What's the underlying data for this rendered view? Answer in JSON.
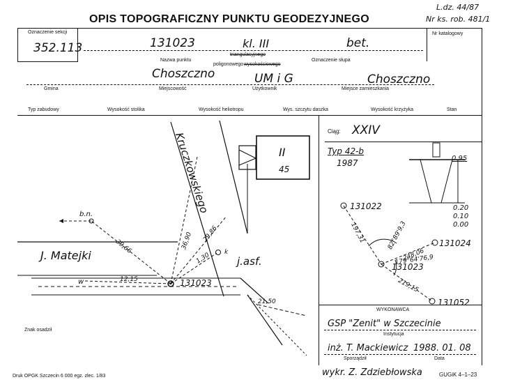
{
  "header": {
    "title": "OPIS TOPOGRAFICZNY PUNKTU GEODEZYJNEGO",
    "ldz": "L.dz. 44/87",
    "nr_ks": "Nr ks. rob. 481/1"
  },
  "row1": {
    "oznaczenie_sekcji_label": "Oznaczenie sekcji",
    "oznaczenie_sekcji_value": "352.113",
    "numer_value": "131023",
    "klasa_value": "kl. III",
    "slup_value": "bet.",
    "nr_katalogowy_label": "Nr katalogowy",
    "nazwa_label": "Nazwa punktu",
    "typ_struck": "triangulacyjnego",
    "typ_label": "poligonowego",
    "typ_struck2": "wysokościowego",
    "oznaczenie_slupa_label": "Oznaczenie słupa"
  },
  "row2": {
    "gmina_label": "Gmina",
    "miejscowosc_label": "Miejscowość",
    "miejscowosc_value": "Choszczno",
    "uzytkownik_label": "Użytkownik",
    "uzytkownik_value": "UM i G",
    "miejsce_label": "Miejsce zamieszkania",
    "miejsce_value": "Choszczno"
  },
  "row3": {
    "typ_zabudowy": "Typ zabudowy",
    "wys_stolika": "Wysokość stolika",
    "wys_heliotropu": "Wysokość heliotropu",
    "wys_szczytu": "Wys. szczytu daszka",
    "wys_krzyzyka": "Wysokość krzyżyka",
    "stan": "Stan"
  },
  "sketch": {
    "street1": "Kruczkowskiego",
    "street2": "J. Matejki",
    "surface": "j.asf.",
    "building_nr": "II",
    "building_sub": "45",
    "bn": "b.n.",
    "w": "w",
    "k": "k",
    "point": "131023",
    "d1": "39,66",
    "d2": "36,90",
    "d3": "29,86",
    "d4": "1,30",
    "d5": "12,15",
    "d6": "21,50",
    "znak_label": "Znak osadził"
  },
  "ciag": {
    "label": "Ciąg:",
    "value": "XXIV",
    "typ": "Typ 42-b",
    "year": "1987",
    "h1": "0.95",
    "h2": "0.20",
    "h3": "0.10",
    "h4": "0.00",
    "p1": "131022",
    "p2": "131024",
    "p3": "131023",
    "p4": "131052",
    "dist1": "197,31",
    "angle1": "82°89'9,3",
    "dist2": "248,06",
    "angle2": "179°64'76,9",
    "dist3": "219,15"
  },
  "wykonawca": {
    "label": "WYKONAWCA",
    "instytucja_value": "GSP \"Zenit\" w Szczecinie",
    "instytucja_label": "Instytucja",
    "sporzadzil_value": "inż. T. Mackiewicz",
    "data_value": "1988. 01. 08",
    "sporzadzil_label": "Sporządził",
    "data_label": "Data"
  },
  "footer": {
    "druk": "Druk OPGK Szczecin 6 000 egz. zlec. 1/83",
    "wykr": "wykr. Z. Zdziebłowska",
    "gugik": "GUGiK 4–1–23"
  }
}
